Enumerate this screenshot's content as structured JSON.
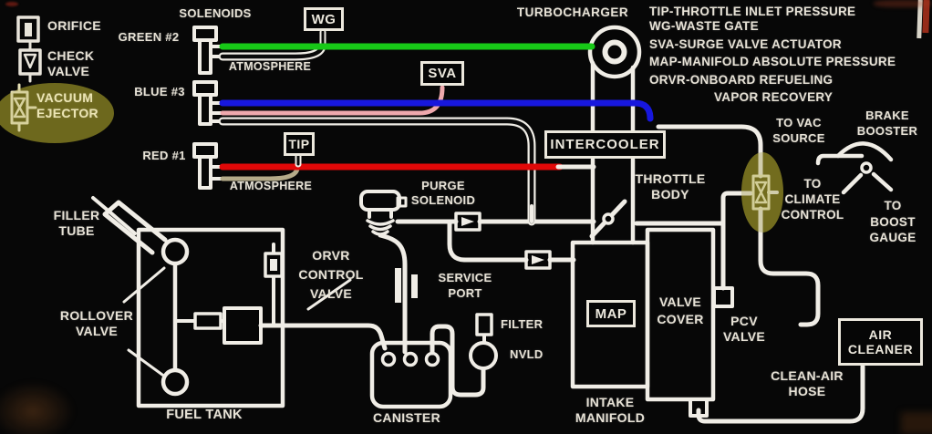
{
  "legend": {
    "orifice": "ORIFICE",
    "check_valve": "CHECK\nVALVE",
    "vacuum_ejector": "VACUUM\nEJECTOR"
  },
  "abbreviations": {
    "l1": "TIP-THROTTLE INLET PRESSURE",
    "l2": "WG-WASTE GATE",
    "l3": "SVA-SURGE VALVE ACTUATOR",
    "l4": "MAP-MANIFOLD ABSOLUTE PRESSURE",
    "l5": "ORVR-ONBOARD REFUELING",
    "l6": "VAPOR RECOVERY"
  },
  "solenoids": {
    "title": "SOLENOIDS",
    "green": "GREEN #2",
    "blue": "BLUE #3",
    "red": "RED #1",
    "atmosphere_green": "ATMOSPHERE",
    "atmosphere_red": "ATMOSPHERE"
  },
  "boxes": {
    "wg": "WG",
    "sva": "SVA",
    "tip": "TIP",
    "intercooler": "INTERCOOLER",
    "map": "MAP",
    "air_cleaner": "AIR\nCLEANER"
  },
  "parts": {
    "turbocharger": "TURBOCHARGER",
    "throttle_body": "THROTTLE\nBODY",
    "purge_solenoid": "PURGE\nSOLENOID",
    "service_port": "SERVICE\nPORT",
    "filter": "FILTER",
    "nvld": "NVLD",
    "canister": "CANISTER",
    "fuel_tank": "FUEL TANK",
    "filler_tube": "FILLER\nTUBE",
    "rollover_valve": "ROLLOVER\nVALVE",
    "orvr_control_valve": "ORVR\nCONTROL\nVALVE",
    "valve_cover": "VALVE\nCOVER",
    "pcv_valve": "PCV\nVALVE",
    "intake_manifold": "INTAKE\nMANIFOLD",
    "clean_air_hose": "CLEAN-AIR\nHOSE",
    "brake_booster": "BRAKE\nBOOSTER"
  },
  "destinations": {
    "vac_source": "TO VAC\nSOURCE",
    "climate": "TO\nCLIMATE\nCONTROL",
    "boost": "TO\nBOOST\nGAUGE"
  },
  "colors": {
    "hose_white": "#f0ede6",
    "line_green": "#17c917",
    "line_blue": "#1717dd",
    "line_red": "#e00808",
    "line_pink": "#efa9ad",
    "line_tan": "#b4ab8a",
    "highlight_olive": "#67621b",
    "background": "#070707"
  }
}
